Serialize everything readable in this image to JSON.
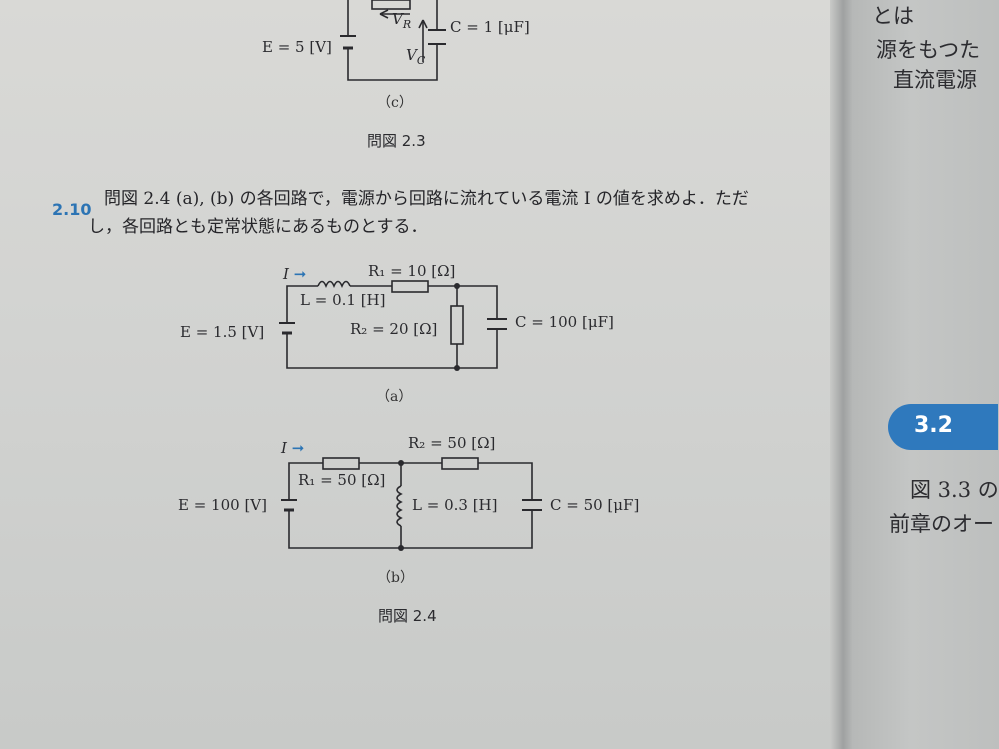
{
  "fig_c": {
    "vr_label": "V",
    "vr_sub": "R",
    "vc_label": "V",
    "vc_sub": "C",
    "e_label": "E = 5 [V]",
    "c_label": "C = 1 [μF]",
    "subcaption": "（c）",
    "caption": "問図 2.3"
  },
  "problem": {
    "number": "2.10",
    "line1": "問図 2.4 (a), (b) の各回路で，電源から回路に流れている電流 I の値を求めよ．ただ",
    "line2": "し，各回路とも定常状態にあるものとする．"
  },
  "fig_a": {
    "current_label": "I",
    "r1_label": "R₁ = 10 [Ω]",
    "l_label": "L = 0.1 [H]",
    "e_label": "E = 1.5 [V]",
    "r2_label": "R₂ = 20 [Ω]",
    "c_label": "C = 100 [μF]",
    "subcaption": "（a）"
  },
  "fig_b": {
    "current_label": "I",
    "r2_label": "R₂ = 50 [Ω]",
    "r1_label": "R₁ = 50 [Ω]",
    "e_label": "E = 100 [V]",
    "l_label": "L = 0.3 [H]",
    "c_label": "C = 50 [μF]",
    "subcaption": "（b）"
  },
  "figure_caption": "問図 2.4",
  "right_page": {
    "line1": "とは",
    "line2": "源をもつた",
    "line3": "直流電源",
    "section_number": "3.2",
    "line4": "図 3.3 の",
    "line5": "前章のオー"
  },
  "colors": {
    "accent": "#2f79bd",
    "ink": "#2a2a2e",
    "page": "#d6d7d4"
  }
}
